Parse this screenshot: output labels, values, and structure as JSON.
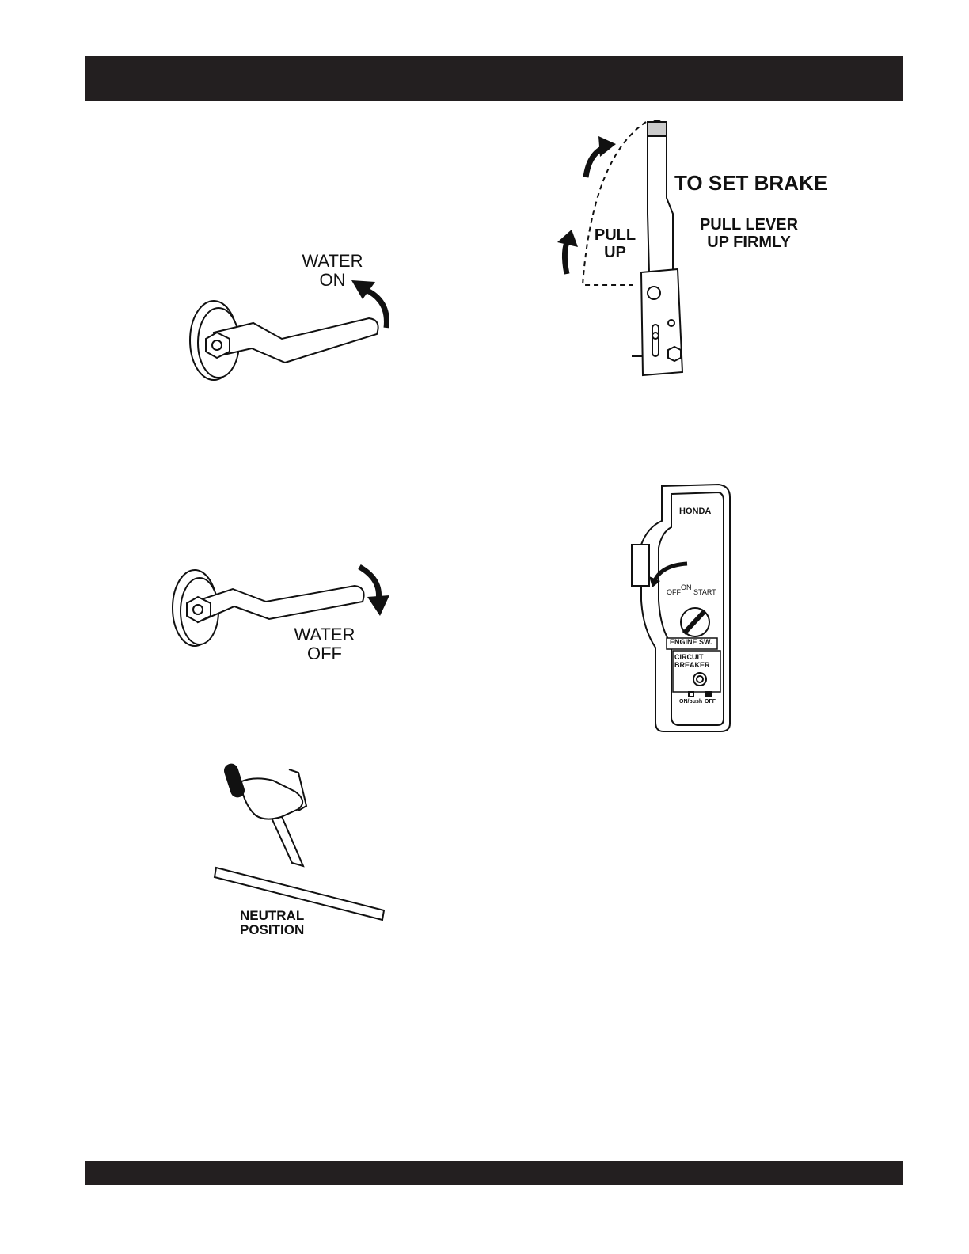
{
  "water_on": {
    "line1": "WATER",
    "line2": "ON"
  },
  "water_off": {
    "line1": "WATER",
    "line2": "OFF"
  },
  "neutral": {
    "line1": "NEUTRAL",
    "line2": "POSITION"
  },
  "brake": {
    "title": "TO SET BRAKE",
    "instruction_line1": "PULL LEVER",
    "instruction_line2": "UP FIRMLY",
    "pull_line1": "PULL",
    "pull_line2": "UP"
  },
  "switch_panel": {
    "brand": "HONDA",
    "off": "OFF",
    "on": "ON",
    "start": "START",
    "engine_sw": "ENGINE SW.",
    "breaker_line1": "CIRCUIT",
    "breaker_line2": "BREAKER",
    "breaker_on": "ON/push",
    "breaker_off": "OFF"
  },
  "colors": {
    "bar": "#231f20",
    "ink": "#111111"
  }
}
